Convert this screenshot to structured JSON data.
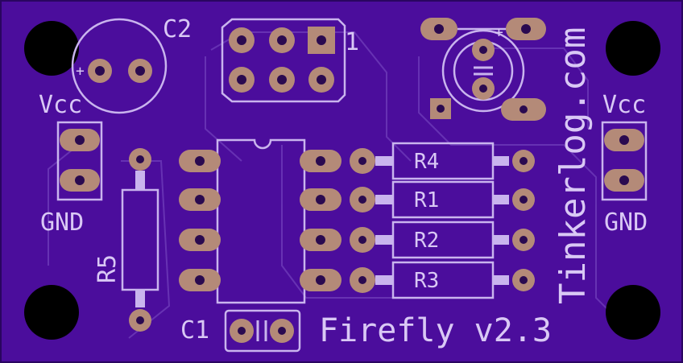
{
  "board": {
    "title": "Firefly v2.3",
    "website": "Tinkerlog.com",
    "colors": {
      "substrate": "#4b0d9c",
      "silkscreen": "#c9b4ee",
      "pad": "#b48a78",
      "hole": "#2a0a50",
      "mount_hole": "#000000",
      "trace_outline": "#6d3fb8"
    }
  },
  "labels": {
    "c2": "C2",
    "c1": "C1",
    "r1": "R1",
    "r2": "R2",
    "r3": "R3",
    "r4": "R4",
    "r5": "R5",
    "header_pin1": "1",
    "vcc_left": "Vcc",
    "gnd_left": "GND",
    "vcc_right": "Vcc",
    "gnd_right": "GND",
    "plus_c2": "+",
    "plus_led": "+"
  }
}
